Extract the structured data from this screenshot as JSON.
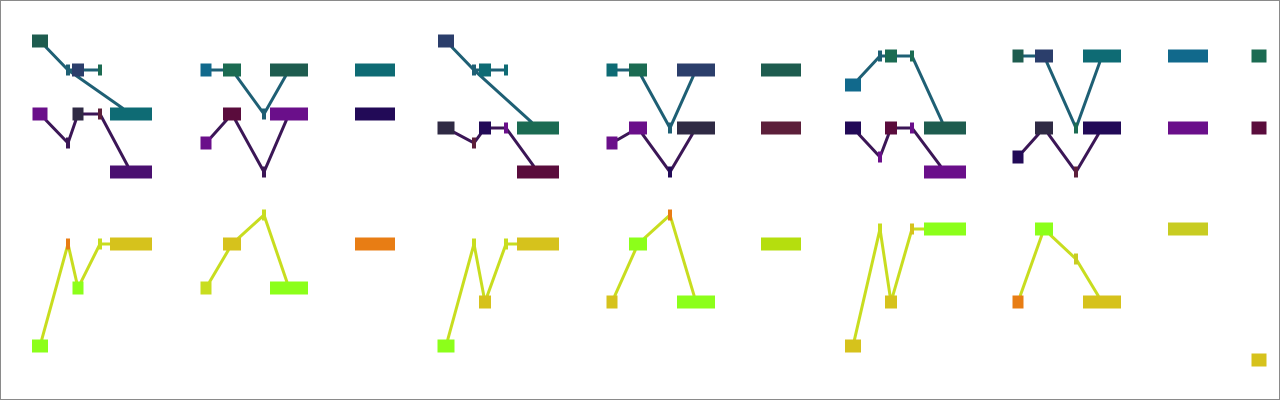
{
  "palette": {
    "teal": "#1e5f74",
    "teal_block": "#0e6b74",
    "green_block": "#1b6b52",
    "green2_block": "#1e5c4f",
    "navy": "#2b3e6b",
    "purple": "#3b1656",
    "purple_block": "#6a0f8a",
    "dark_purple": "#220a57",
    "violet": "#4a1070",
    "maroon": "#54114a",
    "dark_grey": "#2f2a44",
    "burgundy": "#5c1f3a",
    "maroon2": "#5a0c3c",
    "lime_line": "#c8dd1f",
    "lime": "#8cff1a",
    "mustard": "#d6c21c",
    "olive_yellow": "#c8cc22",
    "yellow_green": "#b5de0e",
    "orange": "#e87d14",
    "steel_blue": "#11698c"
  },
  "panels": [
    {
      "id": "panel-1"
    },
    {
      "id": "panel-2"
    },
    {
      "id": "panel-3"
    },
    {
      "id": "panel-4"
    },
    {
      "id": "panel-5"
    },
    {
      "id": "panel-6"
    },
    {
      "id": "panel-7"
    },
    {
      "id": "panel-8"
    }
  ]
}
